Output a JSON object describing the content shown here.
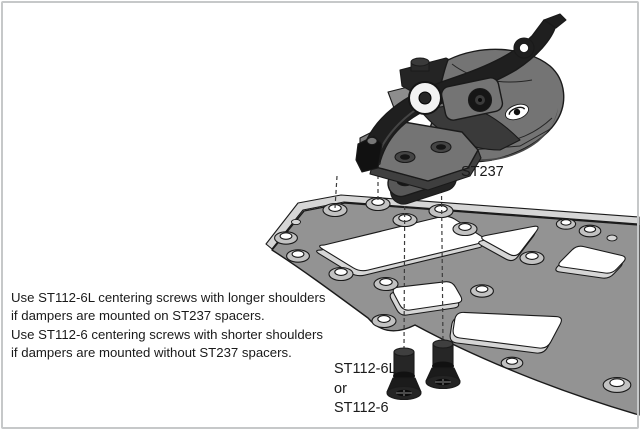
{
  "instructions": {
    "lines": [
      "Use ST112-6L centering screws with longer shoulders",
      "if dampers are mounted on ST237 spacers.",
      "Use ST112-6 centering screws with shorter shoulders",
      "if dampers are mounted without ST237 spacers."
    ]
  },
  "labels": {
    "spacer": "ST237",
    "screw_long": "ST112-6L",
    "conjunction": "or",
    "screw_short": "ST112-6"
  },
  "colors": {
    "frameBorder": "#c6c8c9",
    "pageBg": "#ffffff",
    "plate": "#939393",
    "edgeLight": "#d6d6d6",
    "holeRim": "#c2c2c2",
    "cutout": "#ffffff",
    "outline": "#1a1a1a",
    "dark": "#1f1f1f",
    "bodyGray": "#747474",
    "bodyDark": "#4a4a4a",
    "bodyLight": "#8d8d8d",
    "washer": "#f2f2f2",
    "dashLine": "#3c3c3c",
    "text": "#1a1a1a"
  }
}
